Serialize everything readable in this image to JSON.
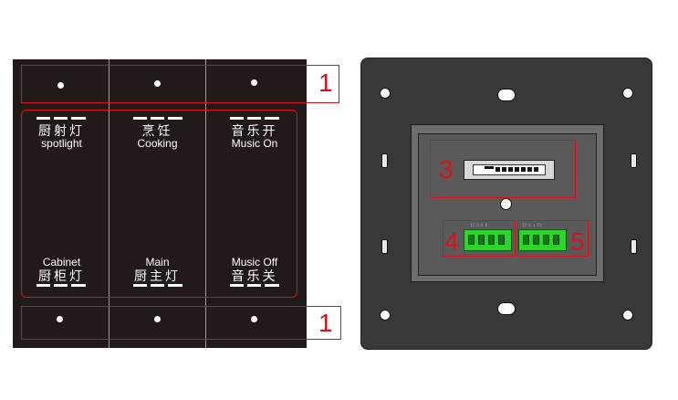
{
  "front_panel": {
    "columns": [
      {
        "top_cn": "厨射灯",
        "top_en": "spotlight",
        "bottom_en": "Cabinet",
        "bottom_cn": "厨柜灯"
      },
      {
        "top_cn": "烹饪",
        "top_en": "Cooking",
        "bottom_en": "Main",
        "bottom_cn": "厨主灯"
      },
      {
        "top_cn": "音乐开",
        "top_en": "Music On",
        "bottom_en": "Music Off",
        "bottom_cn": "音乐关"
      }
    ],
    "callouts": {
      "top": "1",
      "bottom": "1"
    }
  },
  "back_plate": {
    "callouts": {
      "dip_switch": "3",
      "terminal_left": "4",
      "terminal_right": "5"
    },
    "terminal_left_label": "12  G  A  B",
    "terminal_right_label": "12  G  +  Fe"
  },
  "colors": {
    "callout_red": "#d8121b",
    "panel": "#221a18",
    "terminal_green": "#2bd62b"
  }
}
